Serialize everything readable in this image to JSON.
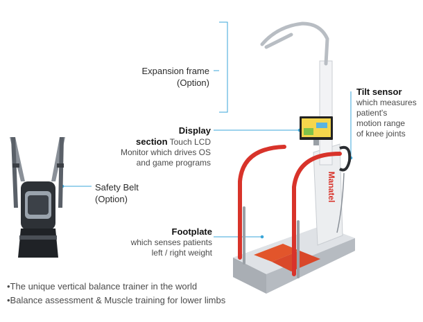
{
  "labels": {
    "expansion_frame": {
      "line1": "Expansion frame",
      "line2": "(Option)"
    },
    "display": {
      "title": "Display",
      "title_line2_bold": "section",
      "title_line2_rest": " Touch LCD",
      "line3": "Monitor  which drives OS",
      "line4": "and game programs"
    },
    "safety_belt": {
      "line1": "Safety Belt",
      "line2": "(Option)"
    },
    "tilt_sensor": {
      "title": "Tilt sensor",
      "line1": "which measures",
      "line2": "patient's",
      "line3": "motion range",
      "line4": "of knee joints"
    },
    "footplate": {
      "title": "Footplate",
      "line1": "which senses patients",
      "line2": "left / right weight"
    }
  },
  "device_brand": "Manatel",
  "features": [
    "•The  unique vertical balance trainer in the world",
    "•Balance assessment & Muscle training for lower limbs"
  ],
  "colors": {
    "callout_line": "#3aa6d8",
    "handrail_red": "#d8332a",
    "footplate_orange": "#e2552b",
    "frame_silver": "#c9cdd2"
  }
}
